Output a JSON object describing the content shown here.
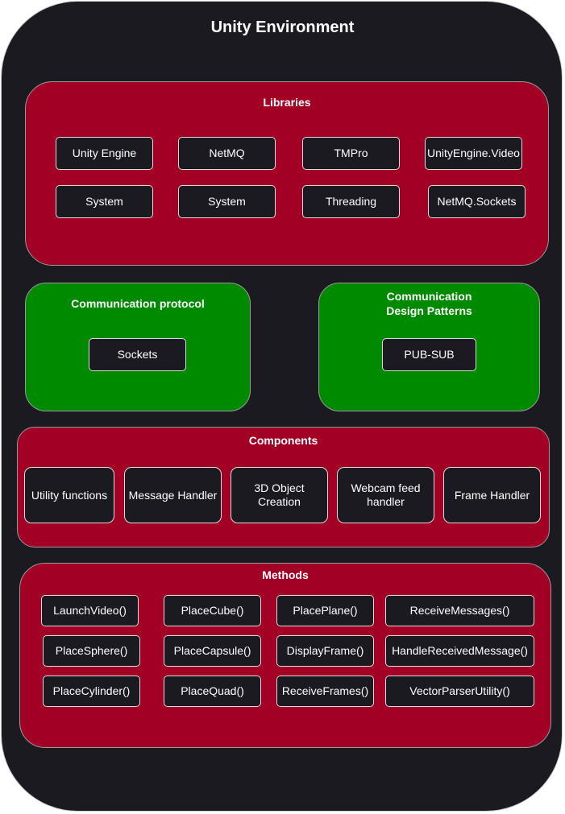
{
  "title": "Unity Environment",
  "libraries": {
    "title": "Libraries",
    "items": [
      "Unity Engine",
      "NetMQ",
      "TMPro",
      "UnityEngine.Video",
      "System",
      "System",
      "Threading",
      "NetMQ.Sockets"
    ]
  },
  "protocol": {
    "title": "Communication protocol",
    "item": "Sockets"
  },
  "patterns": {
    "title": "Communication Design Patterns",
    "item": "PUB-SUB"
  },
  "components": {
    "title": "Components",
    "items": [
      "Utility functions",
      "Message Handler",
      "3D Object Creation",
      "Webcam feed handler",
      "Frame Handler"
    ]
  },
  "methods": {
    "title": "Methods",
    "items": [
      "LaunchVideo()",
      "PlaceCube()",
      "PlacePlane()",
      "ReceiveMessages()",
      "PlaceSphere()",
      "PlaceCapsule()",
      "DisplayFrame()",
      "HandleReceivedMessage()",
      "PlaceCylinder()",
      "PlaceQuad()",
      "ReceiveFrames()",
      "VectorParserUtility()"
    ]
  },
  "colors": {
    "background": "#1b1a21",
    "red_panel": "#a20025",
    "green_panel": "#008a00"
  }
}
